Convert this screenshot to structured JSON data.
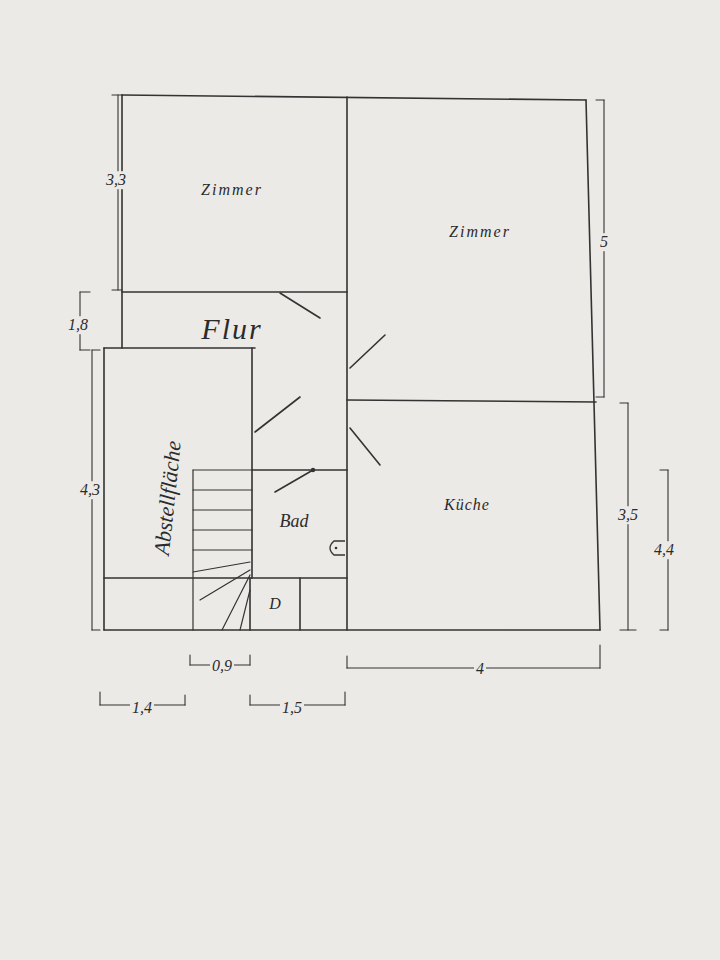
{
  "diagram": {
    "nodes": [
      {
        "text": [
          "Zimmer"
        ]
      },
      {
        "text": [
          "Zimmer"
        ]
      },
      {
        "text": [
          "Flur"
        ]
      },
      {
        "text": [
          "Abstellfläche"
        ]
      },
      {
        "text": [
          "Bad"
        ]
      },
      {
        "text": [
          "Küche"
        ]
      },
      {
        "text": [
          "D"
        ]
      }
    ],
    "labels": [
      "3,3",
      "1,8",
      "4,3",
      "5",
      "3,5",
      "4,4",
      "0,9",
      "1,4",
      "1,5",
      "4"
    ]
  }
}
